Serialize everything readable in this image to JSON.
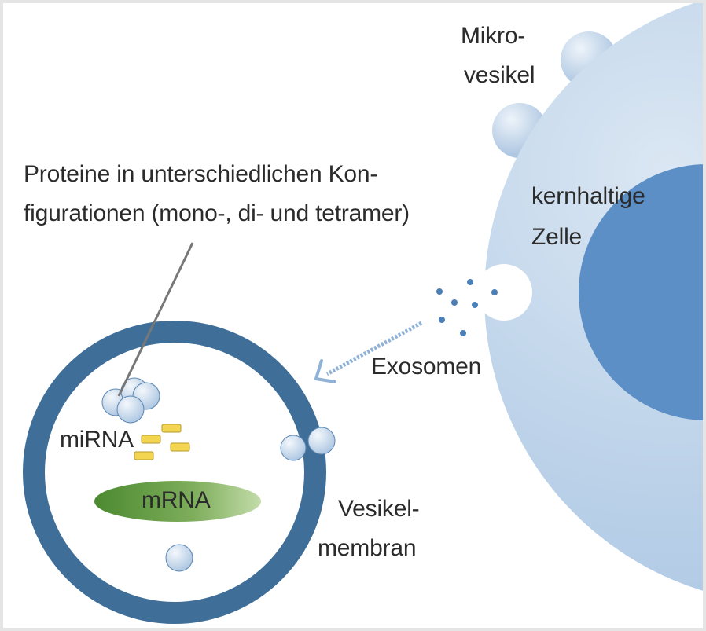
{
  "labels": {
    "mikro": "Mikro-",
    "vesikel": "vesikel",
    "proteine_line1": "Proteine in unterschiedlichen Kon-",
    "proteine_line2": "figurationen (mono-, di- und tetramer)",
    "kernhaltige": "kernhaltige",
    "zelle": "Zelle",
    "exosomen": "Exosomen",
    "mirna": "miRNA",
    "mrna": "mRNA",
    "vesikel_membran_line1": "Vesikel-",
    "vesikel_membran_line2": "membran"
  },
  "colors": {
    "cell_light": "#b7cfe7",
    "nucleus": "#5b8fc6",
    "membrane": "#3f6f99",
    "mrna_green": "#5f9742",
    "mirna_yellow": "#f3d552",
    "arrow": "#8fb2d6"
  }
}
